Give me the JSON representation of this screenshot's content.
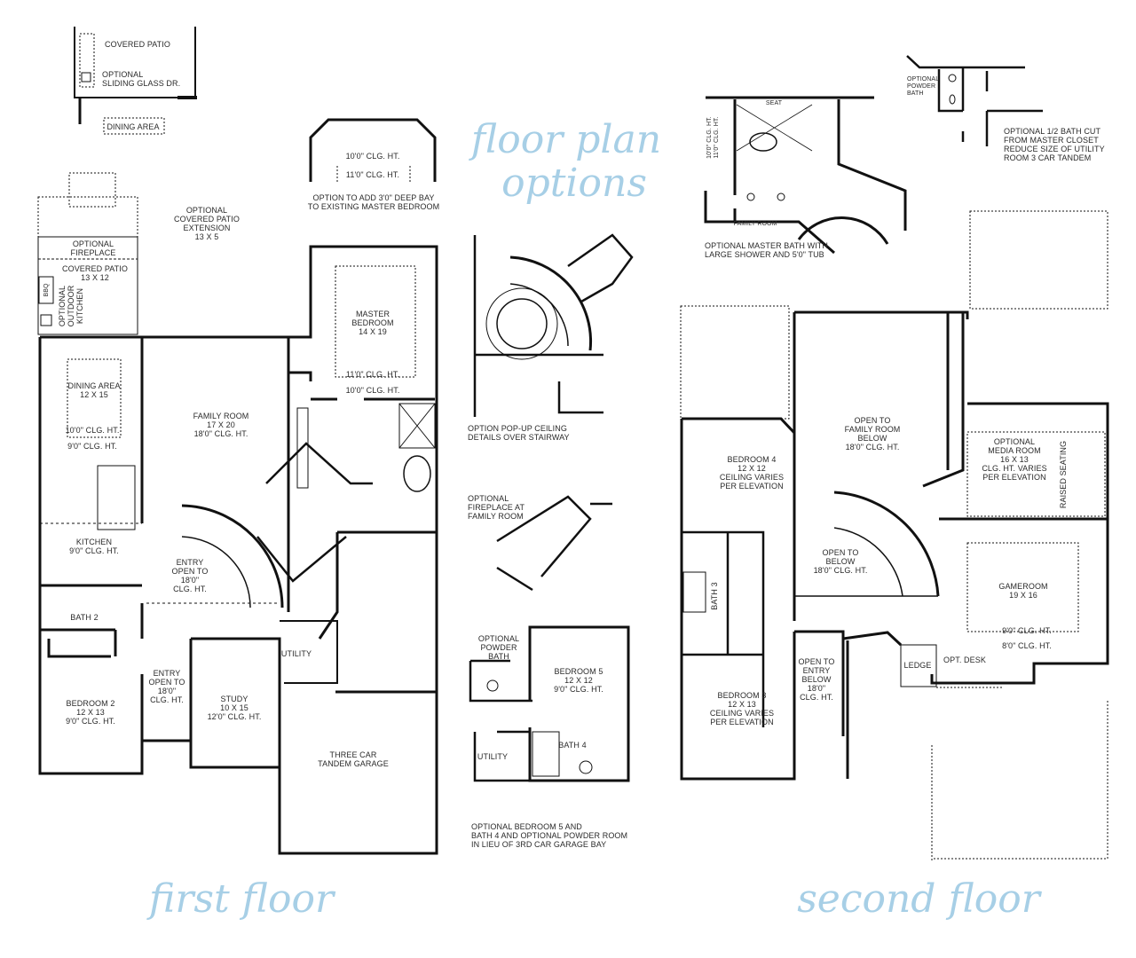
{
  "titles": {
    "options_line1": "floor plan",
    "options_line2": "options",
    "first_floor": "first floor",
    "second_floor": "second floor"
  },
  "colors": {
    "title": "#a7cfe6",
    "walls": "#111111",
    "text": "#2a2a2a"
  },
  "first_floor": {
    "patio_option_covered_patio": "COVERED PATIO",
    "patio_option_sliding_door": "OPTIONAL\nSLIDING GLASS DR.",
    "patio_option_dining": "DINING AREA",
    "covered_patio_extension": "OPTIONAL\nCOVERED PATIO\nEXTENSION\n13 X 5",
    "optional_fireplace": "OPTIONAL\nFIREPLACE",
    "covered_patio": "COVERED PATIO\n13 X 12",
    "bbq": "BBQ",
    "outdoor_kitchen": "OPTIONAL\nOUTDOOR\nKITCHEN",
    "dining_area": "DINING AREA\n12 X 15",
    "dining_clg_inner": "10'0\" CLG. HT.",
    "dining_clg_outer": "9'0\" CLG. HT.",
    "family_room": "FAMILY ROOM\n17 X 20\n18'0\" CLG. HT.",
    "master_bedroom": "MASTER\nBEDROOM\n14 X 19",
    "master_clg_inner": "11'0\" CLG. HT.",
    "master_clg_outer": "10'0\" CLG. HT.",
    "bay_clg_outer": "10'0\" CLG. HT.",
    "bay_clg_inner": "11'0\" CLG. HT.",
    "bay_option_note": "OPTION TO ADD  3'0\"  DEEP BAY\nTO EXISTING MASTER BEDROOM",
    "kitchen": "KITCHEN\n9'0\" CLG. HT.",
    "entry_upper": "ENTRY\nOPEN TO\n18'0\"\nCLG. HT.",
    "bath_2": "BATH  2",
    "utility": "UTILITY",
    "entry_lower": "ENTRY\nOPEN TO\n18'0\"\nCLG. HT.",
    "study": "STUDY\n10 X 15\n12'0\" CLG. HT.",
    "bedroom_2": "BEDROOM  2\n12 X 13\n9'0\" CLG. HT.",
    "garage": "THREE CAR\nTANDEM GARAGE"
  },
  "options": {
    "popup_ceiling_note": "OPTION POP-UP CEILING\nDETAILS OVER STAIRWAY",
    "fireplace_note": "OPTIONAL\nFIREPLACE AT\nFAMILY ROOM",
    "powder_bath": "OPTIONAL\nPOWDER\nBATH",
    "bedroom_5": "BEDROOM  5\n12 X 12\n9'0\" CLG. HT.",
    "bath_4": "BATH  4",
    "utility": "UTILITY",
    "bedroom5_note": "OPTIONAL BEDROOM  5 AND\nBATH  4 AND OPTIONAL POWDER ROOM\nIN LIEU OF 3RD CAR GARAGE BAY",
    "seat": "SEAT",
    "master_bath_clg": "10'0\" CLG. HT.\n11'0\" CLG. HT.",
    "master_bath_family_room": "FAMILY  ROOM",
    "master_bath_note": "OPTIONAL MASTER BATH WITH\nLARGE SHOWER AND 5'0\" TUB",
    "half_bath_powder": "OPTIONAL\nPOWDER\nBATH",
    "half_bath_note": "OPTIONAL 1/2 BATH CUT\nFROM MASTER CLOSET\nREDUCE SIZE OF UTILITY\nROOM 3 CAR TANDEM"
  },
  "second_floor": {
    "bedroom_4": "BEDROOM  4\n12 X 12\nCEILING VARIES\nPER ELEVATION",
    "open_family": "OPEN TO\nFAMILY ROOM\nBELOW\n18'0\" CLG. HT.",
    "media_room": "OPTIONAL\nMEDIA ROOM\n16 X 13\nCLG. HT. VARIES\nPER ELEVATION",
    "raised_seating": "RAISED SEATING",
    "bath_3": "BATH 3",
    "open_below": "OPEN TO\nBELOW\n18'0\" CLG. HT.",
    "gameroom": "GAMEROOM\n19 X 16",
    "gameroom_clg_inner": "9'0\" CLG. HT.",
    "gameroom_clg_outer": "8'0\" CLG. HT.",
    "open_entry": "OPEN TO\nENTRY\nBELOW\n18'0\"\nCLG. HT.",
    "ledge": "LEDGE",
    "opt_desk": "OPT. DESK",
    "bedroom_3": "BEDROOM  3\n12 X 13\nCEILING VARIES\nPER ELEVATION"
  }
}
